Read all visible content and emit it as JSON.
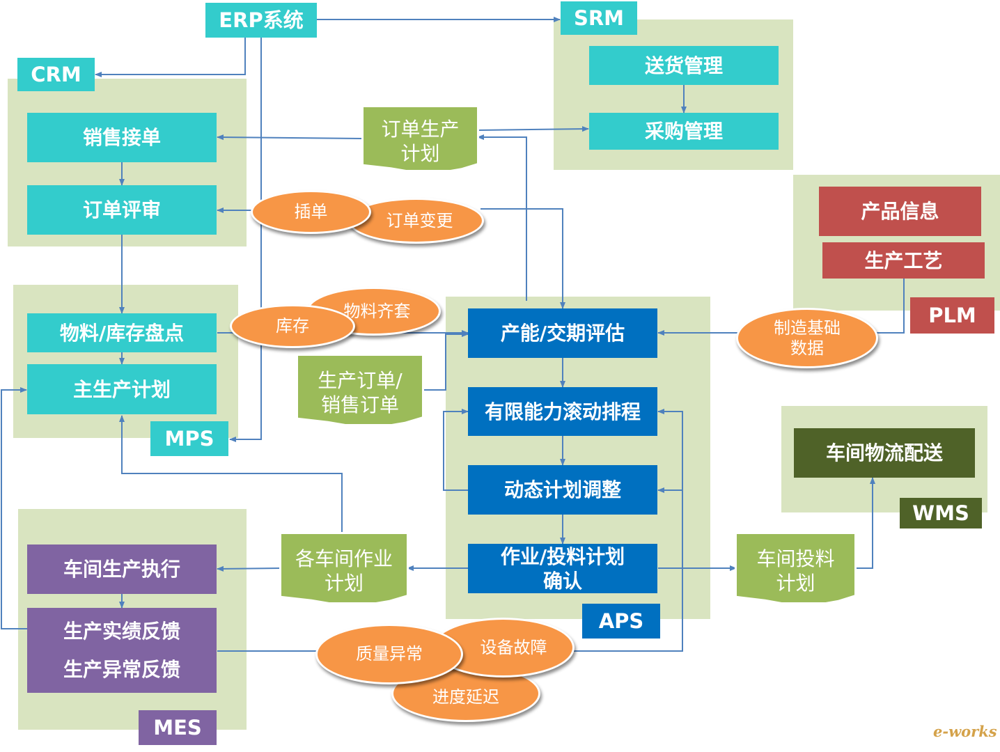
{
  "erp": "ERP系统",
  "crm": {
    "tag": "CRM",
    "sales_order": "销售接单",
    "order_review": "订单评审"
  },
  "srm": {
    "tag": "SRM",
    "delivery_mgmt": "送货管理",
    "purchase_mgmt": "采购管理"
  },
  "mps": {
    "tag": "MPS",
    "material_inventory": "物料/库存盘点",
    "master_plan": "主生产计划"
  },
  "plm": {
    "tag": "PLM",
    "product_info": "产品信息",
    "process": "生产工艺"
  },
  "aps": {
    "tag": "APS",
    "capacity_eval": "产能/交期评估",
    "finite_scheduling": "有限能力滚动排程",
    "dynamic_adjust": "动态计划调整",
    "work_confirm_line1": "作业/投料计划",
    "work_confirm_line2": "确认"
  },
  "wms": {
    "tag": "WMS",
    "logistics": "车间物流配送"
  },
  "mes": {
    "tag": "MES",
    "execution": "车间生产执行",
    "feedback_actual": "生产实绩反馈",
    "feedback_abnormal": "生产异常反馈"
  },
  "docs": {
    "order_plan_line1": "订单生产",
    "order_plan_line2": "计划",
    "prod_sales_order_line1": "生产订单/",
    "prod_sales_order_line2": "销售订单",
    "workshop_op_line1": "各车间作业",
    "workshop_op_line2": "计划",
    "workshop_feed_line1": "车间投料",
    "workshop_feed_line2": "计划"
  },
  "ovals": {
    "insert_order": "插单",
    "order_change": "订单变更",
    "material_kit": "物料齐套",
    "inventory": "库存",
    "mfg_base_line1": "制造基础",
    "mfg_base_line2": "数据",
    "quality": "质量异常",
    "equipment": "设备故障",
    "delay": "进度延迟"
  },
  "watermark": "e-works",
  "colors": {
    "teal": "#33cccc",
    "blue": "#0070c0",
    "red": "#c0504d",
    "dark_green": "#4f6228",
    "purple": "#8064a2",
    "orange": "#f79646",
    "doc_green": "#9bbb59",
    "panel": "#d9e4c0",
    "arrow": "#4f81bd"
  }
}
